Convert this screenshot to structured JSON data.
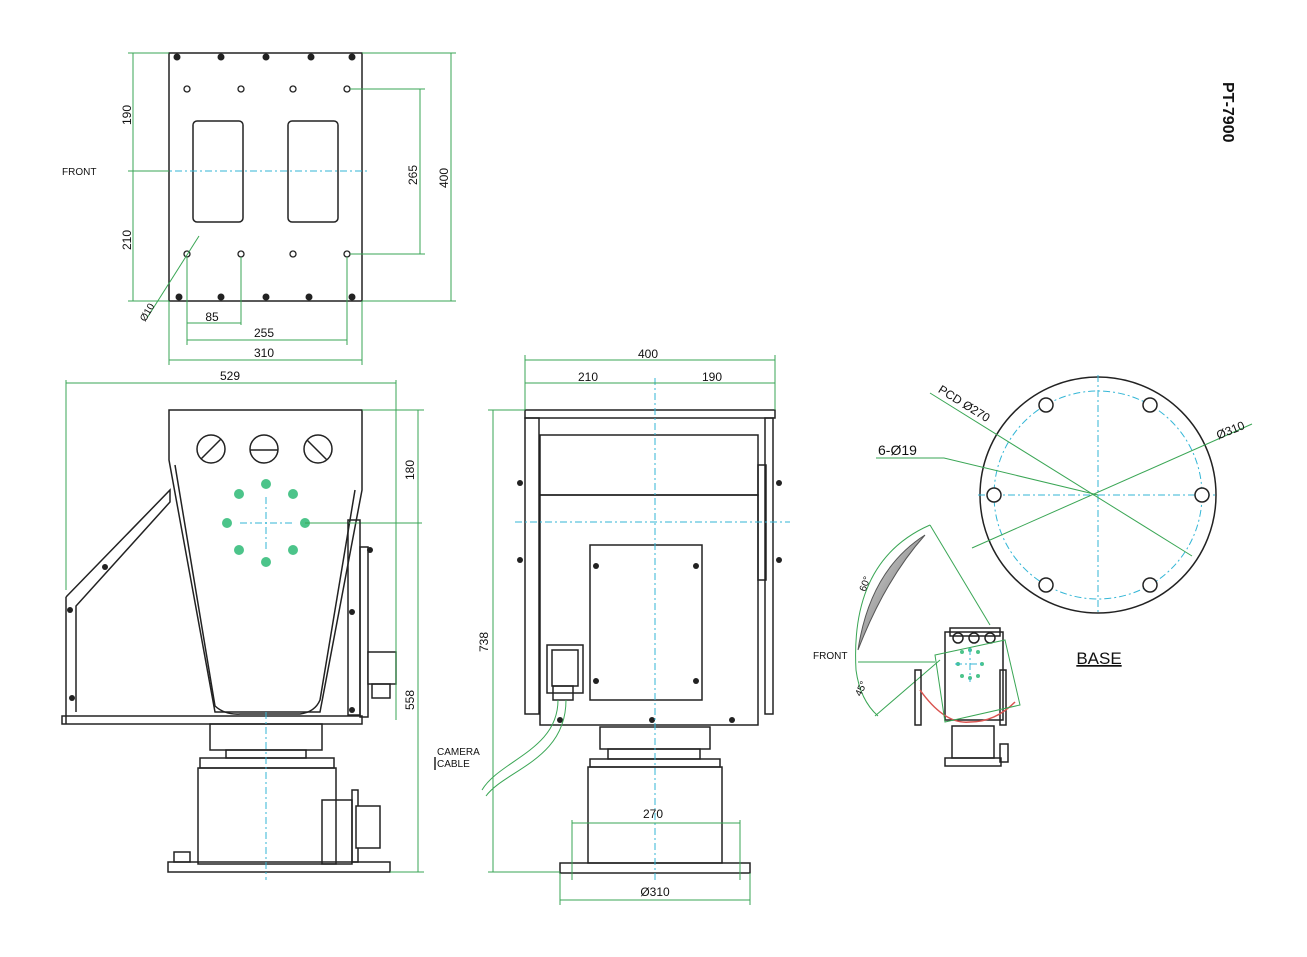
{
  "model": "PT-7900",
  "colors": {
    "dimension": "#3aa655",
    "centerline": "#33b6d6",
    "outline": "#222222",
    "hole_marker": "#4cc48a"
  },
  "top_view": {
    "front_label": "FRONT",
    "dims": {
      "upper": "190",
      "lower": "210",
      "hole_span_v": "265",
      "overall_h": "400",
      "hole_pitch": "85",
      "hole_span_h": "255",
      "overall_w": "310",
      "hole_dia": "Ø10"
    }
  },
  "side_view": {
    "dims": {
      "overall_w": "529",
      "head_h": "180",
      "overall_h": "558"
    }
  },
  "front_view": {
    "dims": {
      "overall_w": "400",
      "left": "210",
      "right": "190",
      "overall_h": "738",
      "base_bolt": "270",
      "base_dia": "Ø310"
    },
    "cable_label_1": "CAMERA",
    "cable_label_2": "CABLE"
  },
  "base_view": {
    "pcd_label": "PCD Ø270",
    "outer_dia": "Ø310",
    "holes": "6-Ø19",
    "title": "BASE"
  },
  "rotation_view": {
    "front_label": "FRONT",
    "tilt_up": "60°",
    "tilt_down": "45°"
  }
}
